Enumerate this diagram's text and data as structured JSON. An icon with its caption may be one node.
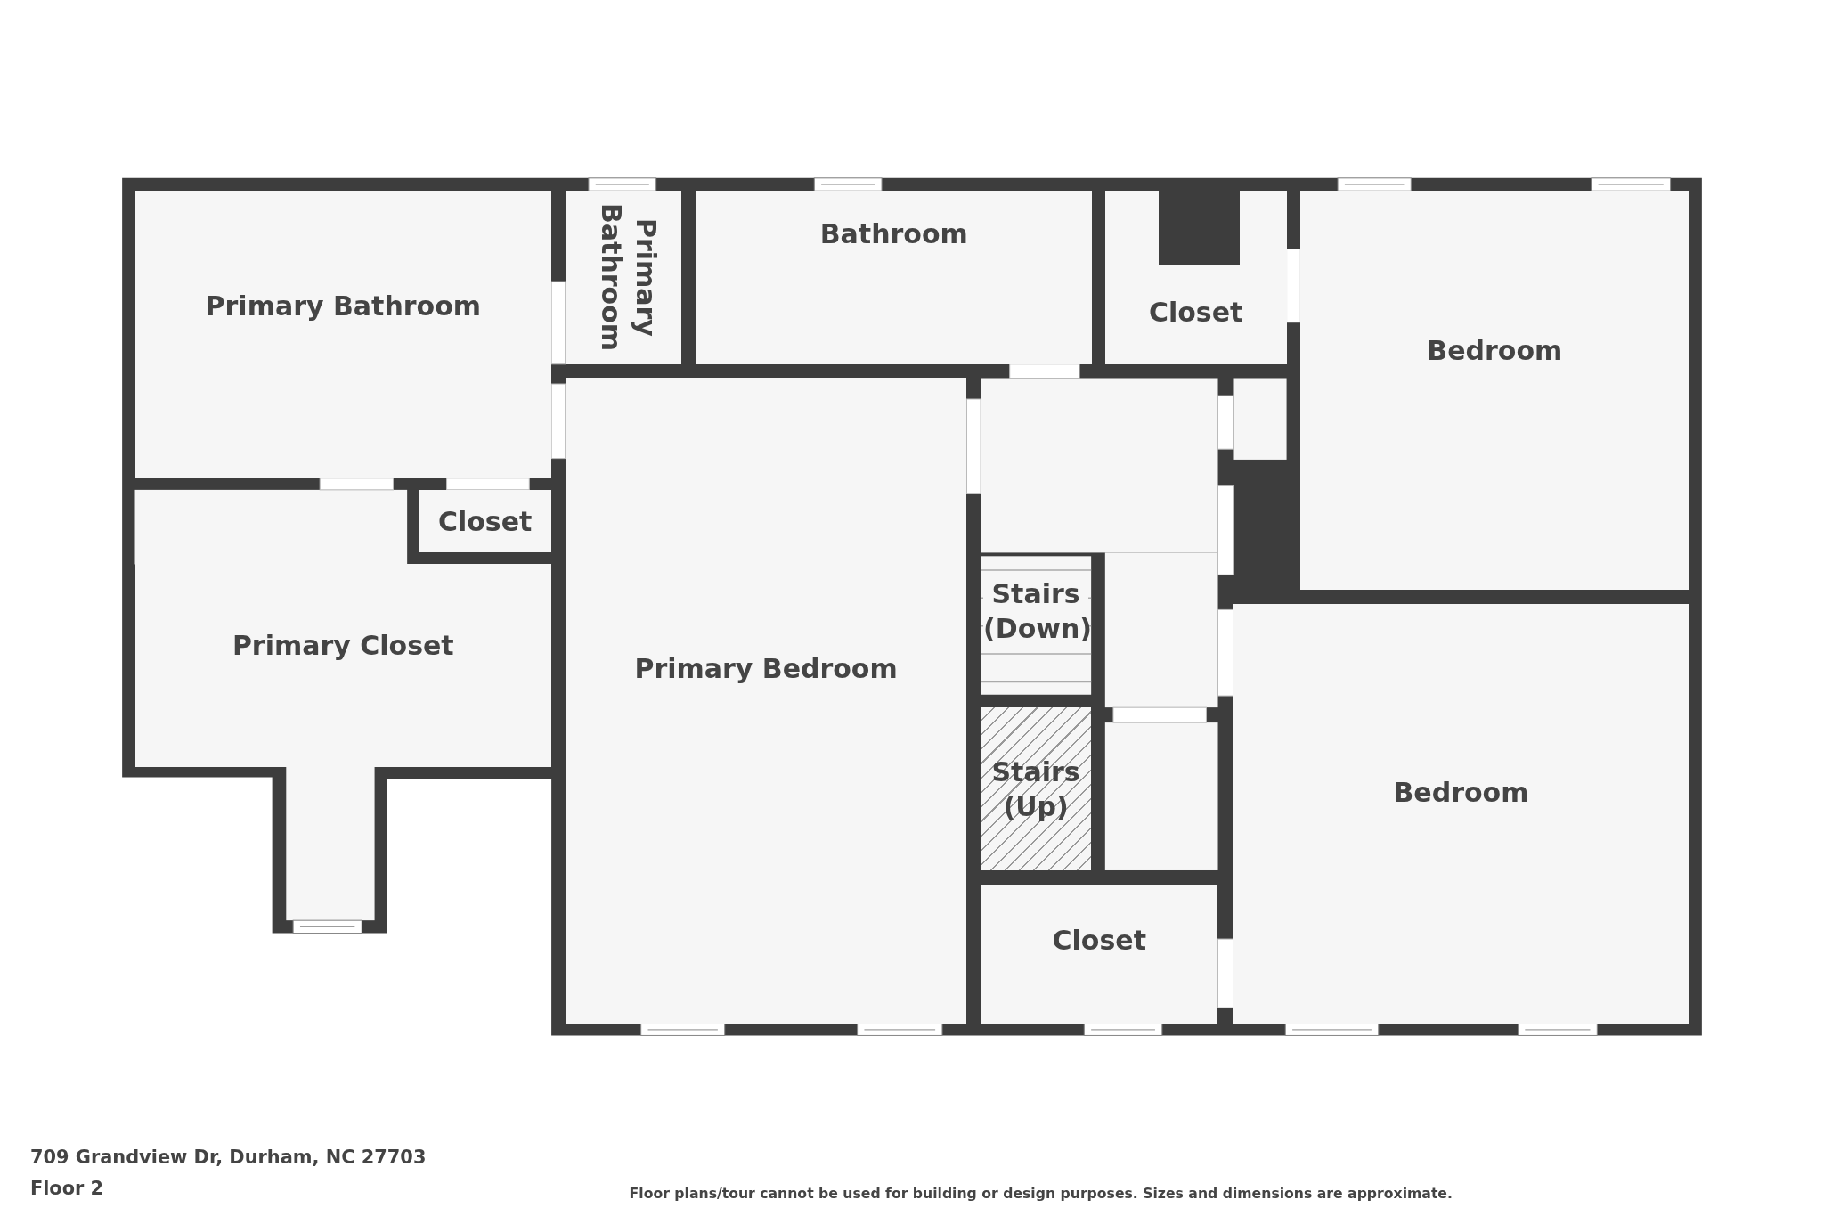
{
  "diagram": {
    "nodes": [
      {
        "text": [
          "Primary Bathroom"
        ]
      },
      {
        "text": [
          "Primary Bathroom"
        ]
      },
      {
        "text": [
          "Bathroom"
        ]
      },
      {
        "text": [
          "Closet"
        ]
      },
      {
        "text": [
          "Bedroom"
        ]
      },
      {
        "text": [
          "Closet"
        ]
      },
      {
        "text": [
          "Primary Closet"
        ]
      },
      {
        "text": [
          "Primary Bedroom"
        ]
      },
      {
        "text": [
          "Stairs (Down)"
        ]
      },
      {
        "text": [
          "Stairs (Up)"
        ]
      },
      {
        "text": [
          "Bedroom"
        ]
      },
      {
        "text": [
          "Closet"
        ]
      }
    ],
    "edges": [],
    "labels": [
      "709 Grandview Dr, Durham, NC 27703",
      "Floor 2",
      "Floor plans/tour cannot be used for building or design purposes. Sizes and dimensions are approximate."
    ]
  }
}
